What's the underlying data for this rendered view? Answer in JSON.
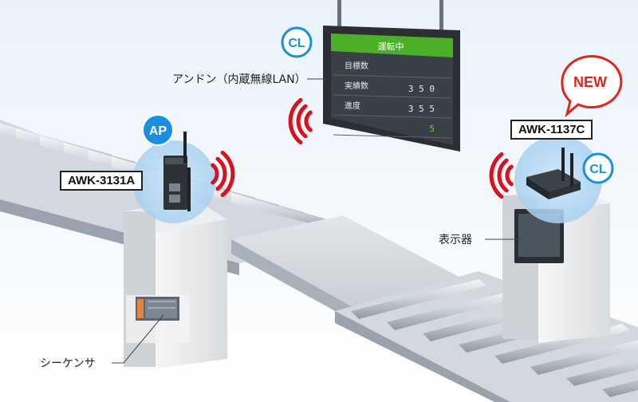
{
  "badges": {
    "ap": "AP",
    "cl_display": "CL",
    "cl_computer": "CL",
    "new": "NEW"
  },
  "devices": {
    "ap_model": "AWK-3131A",
    "client_model": "AWK-1137C"
  },
  "callouts": {
    "andon": "アンドン（内蔵無線LAN）",
    "display": "表示器",
    "sequencer": "シーケンサ"
  },
  "andon_board": {
    "header": "運転中",
    "rows": [
      {
        "label": "目標数",
        "value": ""
      },
      {
        "label": "実績数",
        "value": "350"
      },
      {
        "label": "進度",
        "value": "355"
      },
      {
        "label": "",
        "value": "5"
      }
    ]
  },
  "colors": {
    "accent_blue": "#1a8fe0",
    "new_red": "#e0261b",
    "wave_red": "#d9121f",
    "board_green": "#4caf28",
    "halo_blue": "#bcdcf5"
  }
}
